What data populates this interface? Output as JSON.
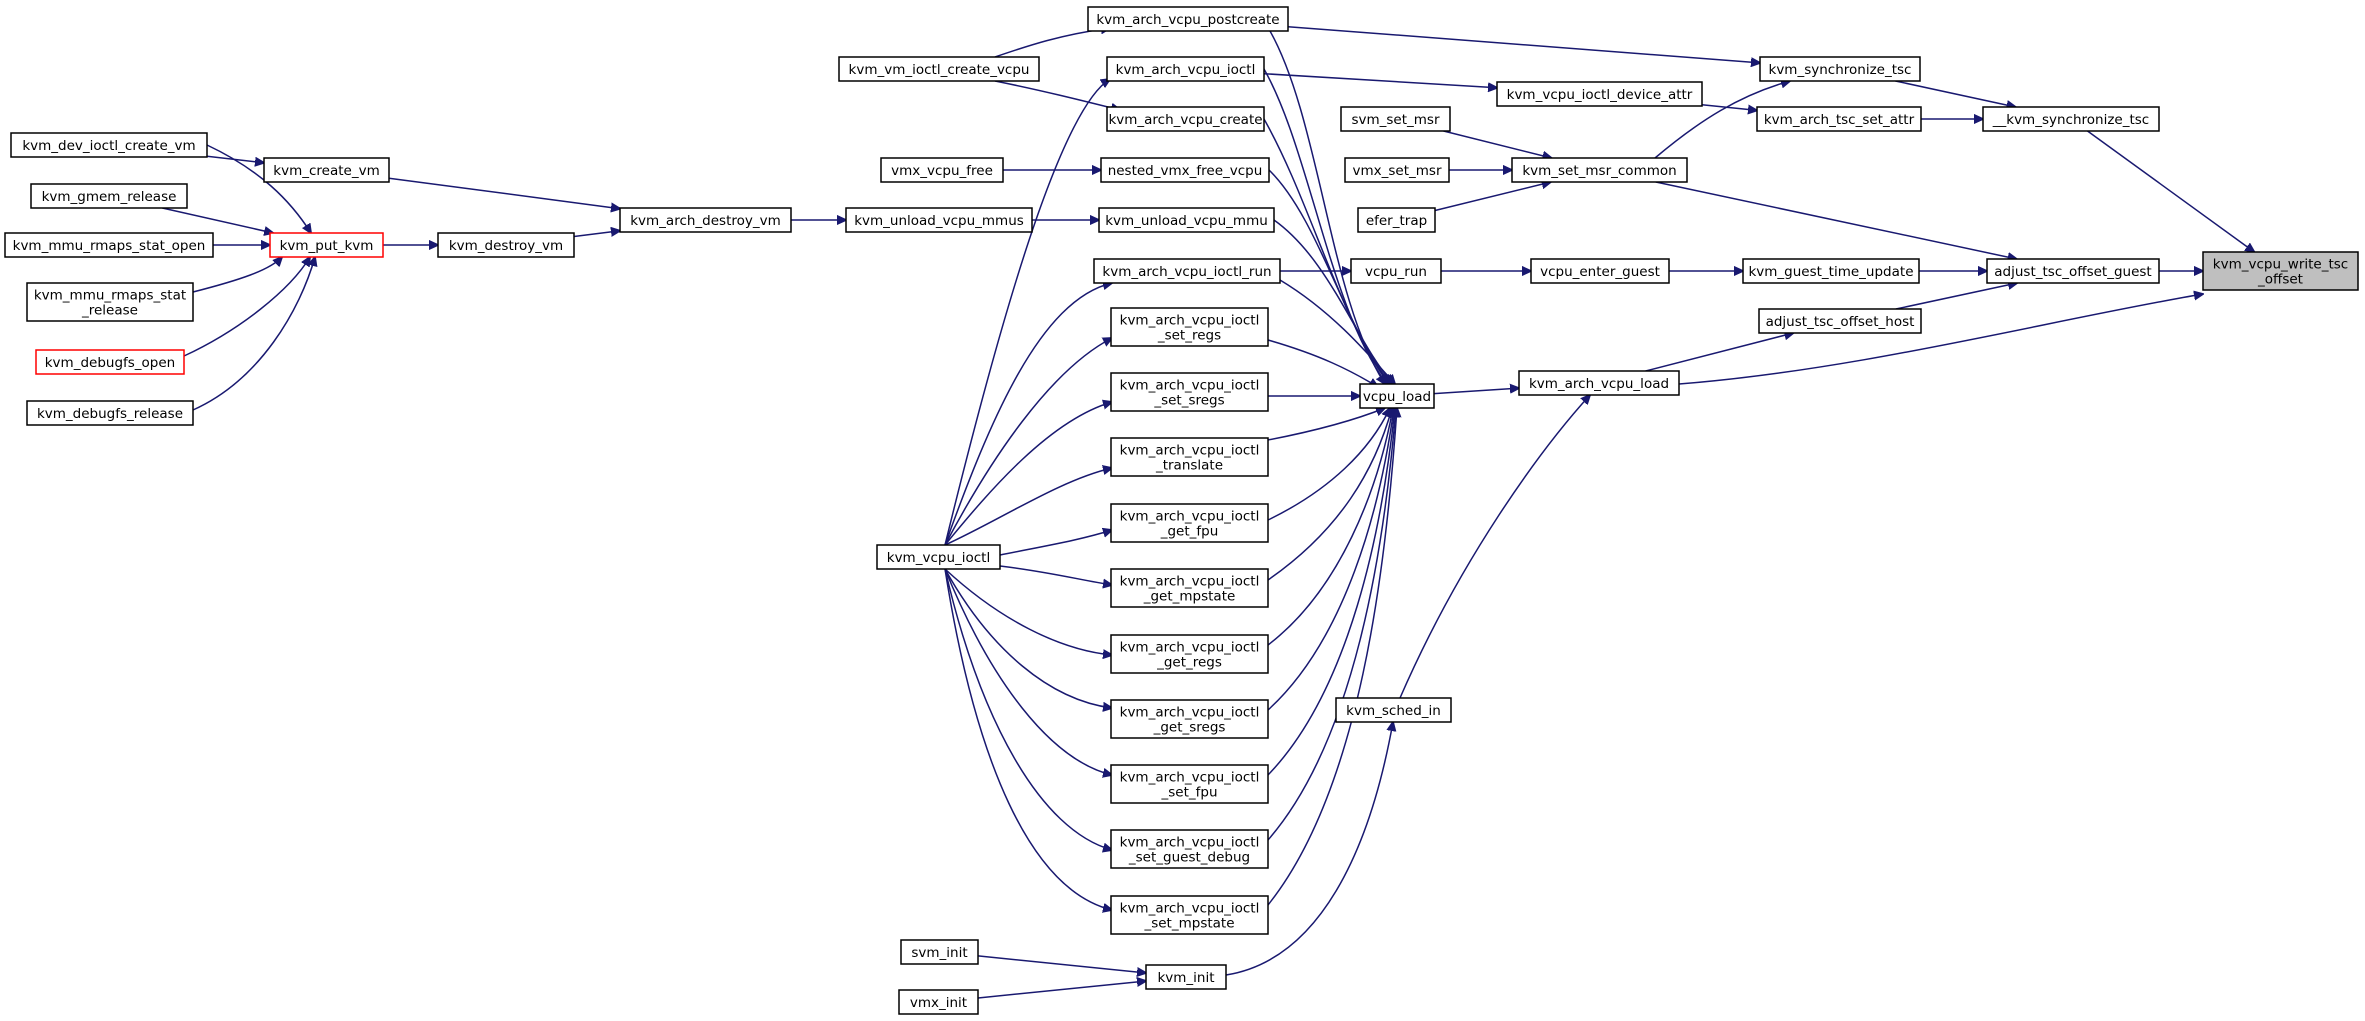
{
  "nodes": [
    {
      "id": "kvm_arch_vcpu_postcreate",
      "lines": [
        "kvm_arch_vcpu_postcreate"
      ]
    },
    {
      "id": "kvm_vm_ioctl_create_vcpu",
      "lines": [
        "kvm_vm_ioctl_create_vcpu"
      ]
    },
    {
      "id": "kvm_arch_vcpu_ioctl",
      "lines": [
        "kvm_arch_vcpu_ioctl"
      ]
    },
    {
      "id": "kvm_arch_vcpu_create",
      "lines": [
        "kvm_arch_vcpu_create"
      ]
    },
    {
      "id": "vmx_vcpu_free",
      "lines": [
        "vmx_vcpu_free"
      ]
    },
    {
      "id": "nested_vmx_free_vcpu",
      "lines": [
        "nested_vmx_free_vcpu"
      ]
    },
    {
      "id": "kvm_unload_vcpu_mmus",
      "lines": [
        "kvm_unload_vcpu_mmus"
      ]
    },
    {
      "id": "kvm_unload_vcpu_mmu",
      "lines": [
        "kvm_unload_vcpu_mmu"
      ]
    },
    {
      "id": "kvm_arch_vcpu_ioctl_run",
      "lines": [
        "kvm_arch_vcpu_ioctl_run"
      ]
    },
    {
      "id": "set_regs",
      "lines": [
        "kvm_arch_vcpu_ioctl",
        "_set_regs"
      ]
    },
    {
      "id": "set_sregs",
      "lines": [
        "kvm_arch_vcpu_ioctl",
        "_set_sregs"
      ]
    },
    {
      "id": "translate",
      "lines": [
        "kvm_arch_vcpu_ioctl",
        "_translate"
      ]
    },
    {
      "id": "get_fpu",
      "lines": [
        "kvm_arch_vcpu_ioctl",
        "_get_fpu"
      ]
    },
    {
      "id": "get_mpstate",
      "lines": [
        "kvm_arch_vcpu_ioctl",
        "_get_mpstate"
      ]
    },
    {
      "id": "get_regs",
      "lines": [
        "kvm_arch_vcpu_ioctl",
        "_get_regs"
      ]
    },
    {
      "id": "get_sregs",
      "lines": [
        "kvm_arch_vcpu_ioctl",
        "_get_sregs"
      ]
    },
    {
      "id": "set_fpu",
      "lines": [
        "kvm_arch_vcpu_ioctl",
        "_set_fpu"
      ]
    },
    {
      "id": "set_guest_debug",
      "lines": [
        "kvm_arch_vcpu_ioctl",
        "_set_guest_debug"
      ]
    },
    {
      "id": "set_mpstate",
      "lines": [
        "kvm_arch_vcpu_ioctl",
        "_set_mpstate"
      ]
    },
    {
      "id": "kvm_vcpu_ioctl",
      "lines": [
        "kvm_vcpu_ioctl"
      ]
    },
    {
      "id": "kvm_dev_ioctl_create_vm",
      "lines": [
        "kvm_dev_ioctl_create_vm"
      ]
    },
    {
      "id": "kvm_gmem_release",
      "lines": [
        "kvm_gmem_release"
      ]
    },
    {
      "id": "kvm_mmu_rmaps_stat_open",
      "lines": [
        "kvm_mmu_rmaps_stat_open"
      ]
    },
    {
      "id": "kvm_mmu_rmaps_stat_release",
      "lines": [
        "kvm_mmu_rmaps_stat",
        "_release"
      ]
    },
    {
      "id": "kvm_debugfs_open",
      "lines": [
        "kvm_debugfs_open"
      ],
      "red": true
    },
    {
      "id": "kvm_debugfs_release",
      "lines": [
        "kvm_debugfs_release"
      ]
    },
    {
      "id": "kvm_create_vm",
      "lines": [
        "kvm_create_vm"
      ]
    },
    {
      "id": "kvm_put_kvm",
      "lines": [
        "kvm_put_kvm"
      ],
      "red": true
    },
    {
      "id": "kvm_destroy_vm",
      "lines": [
        "kvm_destroy_vm"
      ]
    },
    {
      "id": "kvm_arch_destroy_vm",
      "lines": [
        "kvm_arch_destroy_vm"
      ]
    },
    {
      "id": "vcpu_load",
      "lines": [
        "vcpu_load"
      ]
    },
    {
      "id": "vcpu_run",
      "lines": [
        "vcpu_run"
      ]
    },
    {
      "id": "vcpu_enter_guest",
      "lines": [
        "vcpu_enter_guest"
      ]
    },
    {
      "id": "kvm_guest_time_update",
      "lines": [
        "kvm_guest_time_update"
      ]
    },
    {
      "id": "svm_set_msr",
      "lines": [
        "svm_set_msr"
      ]
    },
    {
      "id": "vmx_set_msr",
      "lines": [
        "vmx_set_msr"
      ]
    },
    {
      "id": "efer_trap",
      "lines": [
        "efer_trap"
      ]
    },
    {
      "id": "kvm_set_msr_common",
      "lines": [
        "kvm_set_msr_common"
      ]
    },
    {
      "id": "kvm_vcpu_ioctl_device_attr",
      "lines": [
        "kvm_vcpu_ioctl_device_attr"
      ]
    },
    {
      "id": "kvm_arch_tsc_set_attr",
      "lines": [
        "kvm_arch_tsc_set_attr"
      ]
    },
    {
      "id": "kvm_synchronize_tsc",
      "lines": [
        "kvm_synchronize_tsc"
      ]
    },
    {
      "id": "__kvm_synchronize_tsc",
      "lines": [
        "__kvm_synchronize_tsc"
      ]
    },
    {
      "id": "adjust_tsc_offset_guest",
      "lines": [
        "adjust_tsc_offset_guest"
      ]
    },
    {
      "id": "adjust_tsc_offset_host",
      "lines": [
        "adjust_tsc_offset_host"
      ]
    },
    {
      "id": "kvm_arch_vcpu_load",
      "lines": [
        "kvm_arch_vcpu_load"
      ]
    },
    {
      "id": "kvm_sched_in",
      "lines": [
        "kvm_sched_in"
      ]
    },
    {
      "id": "kvm_init",
      "lines": [
        "kvm_init"
      ]
    },
    {
      "id": "svm_init",
      "lines": [
        "svm_init"
      ]
    },
    {
      "id": "vmx_init",
      "lines": [
        "vmx_init"
      ]
    },
    {
      "id": "kvm_vcpu_write_tsc_offset",
      "lines": [
        "kvm_vcpu_write_tsc",
        "_offset"
      ],
      "focus": true
    }
  ],
  "edges": [
    [
      "kvm_vm_ioctl_create_vcpu",
      "kvm_arch_vcpu_postcreate"
    ],
    [
      "kvm_vm_ioctl_create_vcpu",
      "kvm_arch_vcpu_create"
    ],
    [
      "kvm_vcpu_ioctl",
      "kvm_arch_vcpu_ioctl"
    ],
    [
      "vmx_vcpu_free",
      "nested_vmx_free_vcpu"
    ],
    [
      "kvm_unload_vcpu_mmus",
      "kvm_unload_vcpu_mmu"
    ],
    [
      "kvm_vcpu_ioctl",
      "kvm_arch_vcpu_ioctl_run"
    ],
    [
      "kvm_vcpu_ioctl",
      "set_regs"
    ],
    [
      "kvm_vcpu_ioctl",
      "set_sregs"
    ],
    [
      "kvm_vcpu_ioctl",
      "translate"
    ],
    [
      "kvm_vcpu_ioctl",
      "get_fpu"
    ],
    [
      "kvm_vcpu_ioctl",
      "get_mpstate"
    ],
    [
      "kvm_vcpu_ioctl",
      "get_regs"
    ],
    [
      "kvm_vcpu_ioctl",
      "get_sregs"
    ],
    [
      "kvm_vcpu_ioctl",
      "set_fpu"
    ],
    [
      "kvm_vcpu_ioctl",
      "set_guest_debug"
    ],
    [
      "kvm_vcpu_ioctl",
      "set_mpstate"
    ],
    [
      "kvm_dev_ioctl_create_vm",
      "kvm_create_vm"
    ],
    [
      "kvm_dev_ioctl_create_vm",
      "kvm_put_kvm"
    ],
    [
      "kvm_gmem_release",
      "kvm_put_kvm"
    ],
    [
      "kvm_mmu_rmaps_stat_open",
      "kvm_put_kvm"
    ],
    [
      "kvm_mmu_rmaps_stat_release",
      "kvm_put_kvm"
    ],
    [
      "kvm_debugfs_open",
      "kvm_put_kvm"
    ],
    [
      "kvm_debugfs_release",
      "kvm_put_kvm"
    ],
    [
      "kvm_put_kvm",
      "kvm_destroy_vm"
    ],
    [
      "kvm_create_vm",
      "kvm_arch_destroy_vm"
    ],
    [
      "kvm_destroy_vm",
      "kvm_arch_destroy_vm"
    ],
    [
      "kvm_arch_destroy_vm",
      "kvm_unload_vcpu_mmus"
    ],
    [
      "kvm_arch_vcpu_postcreate",
      "vcpu_load"
    ],
    [
      "kvm_arch_vcpu_ioctl",
      "vcpu_load"
    ],
    [
      "kvm_arch_vcpu_create",
      "vcpu_load"
    ],
    [
      "nested_vmx_free_vcpu",
      "vcpu_load"
    ],
    [
      "kvm_unload_vcpu_mmu",
      "vcpu_load"
    ],
    [
      "kvm_arch_vcpu_ioctl_run",
      "vcpu_load"
    ],
    [
      "set_regs",
      "vcpu_load"
    ],
    [
      "set_sregs",
      "vcpu_load"
    ],
    [
      "translate",
      "vcpu_load"
    ],
    [
      "get_fpu",
      "vcpu_load"
    ],
    [
      "get_mpstate",
      "vcpu_load"
    ],
    [
      "get_regs",
      "vcpu_load"
    ],
    [
      "get_sregs",
      "vcpu_load"
    ],
    [
      "set_fpu",
      "vcpu_load"
    ],
    [
      "set_guest_debug",
      "vcpu_load"
    ],
    [
      "set_mpstate",
      "vcpu_load"
    ],
    [
      "kvm_arch_vcpu_ioctl_run",
      "vcpu_run"
    ],
    [
      "vcpu_run",
      "vcpu_enter_guest"
    ],
    [
      "vcpu_enter_guest",
      "kvm_guest_time_update"
    ],
    [
      "svm_set_msr",
      "kvm_set_msr_common"
    ],
    [
      "vmx_set_msr",
      "kvm_set_msr_common"
    ],
    [
      "efer_trap",
      "kvm_set_msr_common"
    ],
    [
      "kvm_arch_vcpu_ioctl",
      "kvm_vcpu_ioctl_device_attr"
    ],
    [
      "kvm_vcpu_ioctl_device_attr",
      "kvm_arch_tsc_set_attr"
    ],
    [
      "kvm_arch_vcpu_postcreate",
      "kvm_synchronize_tsc"
    ],
    [
      "kvm_set_msr_common",
      "kvm_synchronize_tsc"
    ],
    [
      "kvm_synchronize_tsc",
      "__kvm_synchronize_tsc"
    ],
    [
      "kvm_arch_tsc_set_attr",
      "__kvm_synchronize_tsc"
    ],
    [
      "kvm_set_msr_common",
      "adjust_tsc_offset_guest"
    ],
    [
      "kvm_guest_time_update",
      "adjust_tsc_offset_guest"
    ],
    [
      "adjust_tsc_offset_host",
      "adjust_tsc_offset_guest"
    ],
    [
      "kvm_arch_vcpu_load",
      "adjust_tsc_offset_host"
    ],
    [
      "vcpu_load",
      "kvm_arch_vcpu_load"
    ],
    [
      "kvm_sched_in",
      "kvm_arch_vcpu_load"
    ],
    [
      "kvm_init",
      "kvm_sched_in"
    ],
    [
      "svm_init",
      "kvm_init"
    ],
    [
      "vmx_init",
      "kvm_init"
    ],
    [
      "__kvm_synchronize_tsc",
      "kvm_vcpu_write_tsc_offset"
    ],
    [
      "adjust_tsc_offset_guest",
      "kvm_vcpu_write_tsc_offset"
    ],
    [
      "kvm_arch_vcpu_load",
      "kvm_vcpu_write_tsc_offset"
    ]
  ]
}
